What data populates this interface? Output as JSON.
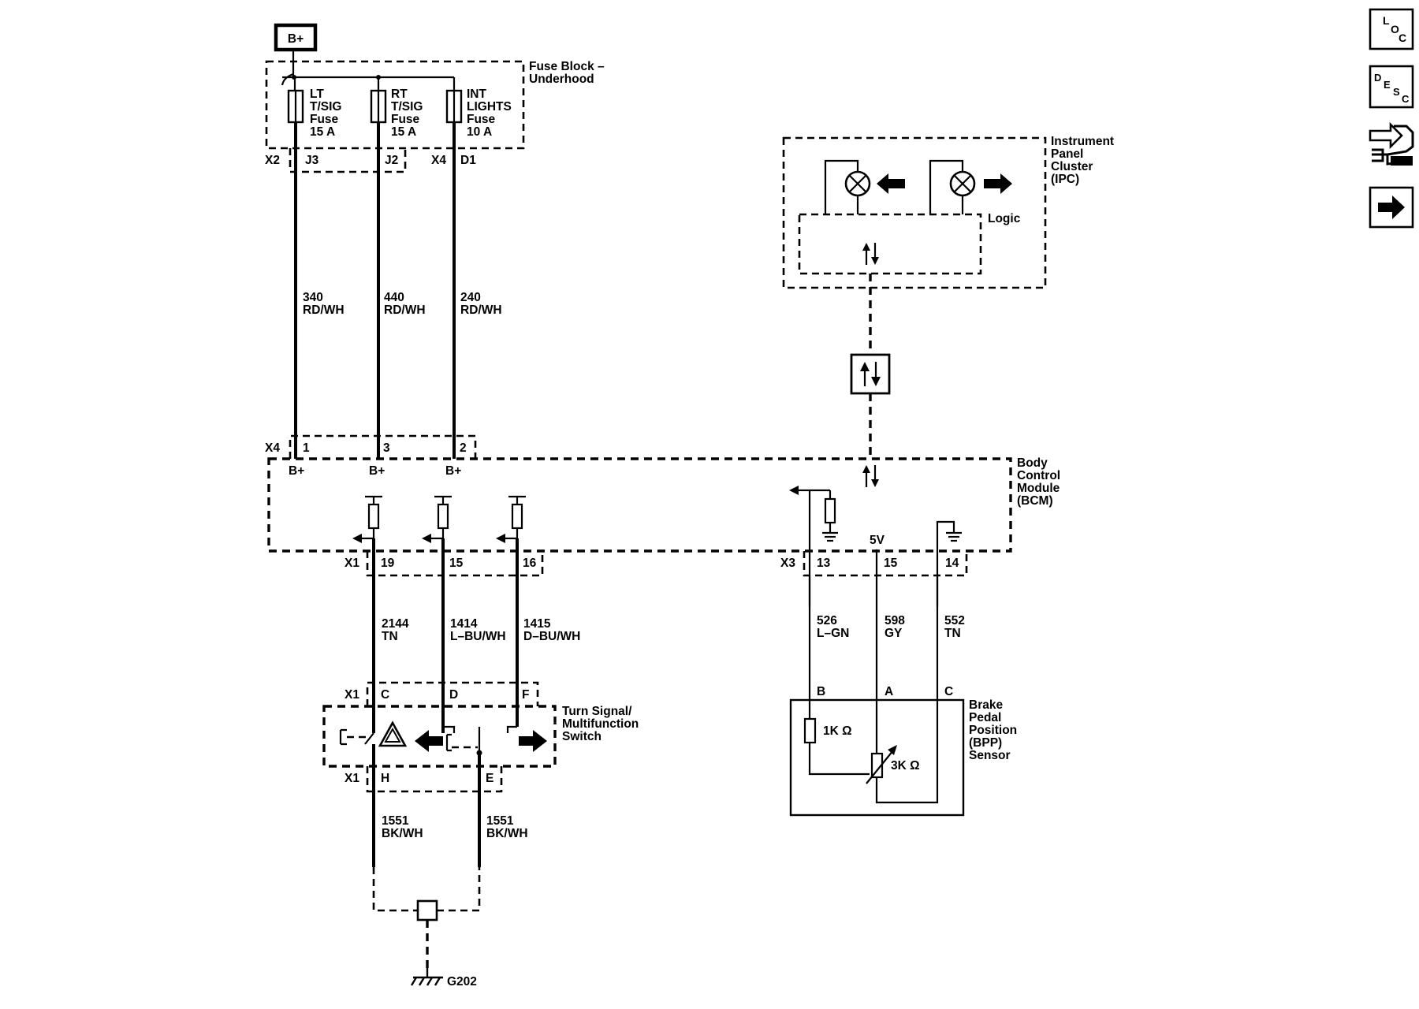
{
  "supply": {
    "label": "B+"
  },
  "fuse_block": {
    "title": [
      "Fuse Block –",
      "Underhood"
    ],
    "fuses": [
      {
        "lines": [
          "LT",
          "T/SIG",
          "Fuse",
          "15 A"
        ]
      },
      {
        "lines": [
          "RT",
          "T/SIG",
          "Fuse",
          "15 A"
        ]
      },
      {
        "lines": [
          "INT",
          "LIGHTS",
          "Fuse",
          "10 A"
        ]
      }
    ],
    "connectors": {
      "x2": "X2",
      "x4": "X4"
    },
    "pins": {
      "j3": "J3",
      "j2": "J2",
      "d1": "D1"
    }
  },
  "ipc": {
    "title": [
      "Instrument",
      "Panel",
      "Cluster",
      "(IPC)"
    ],
    "logic_label": "Logic"
  },
  "bcm": {
    "title": [
      "Body",
      "Control",
      "Module",
      "(BCM)"
    ],
    "x4": {
      "connector": "X4",
      "pins": [
        "1",
        "3",
        "2"
      ],
      "labels": [
        "B+",
        "B+",
        "B+"
      ]
    },
    "x1": {
      "connector": "X1",
      "pins": [
        "19",
        "15",
        "16"
      ]
    },
    "x3": {
      "connector": "X3",
      "pins": [
        "13",
        "15",
        "14"
      ]
    },
    "voltage_label": "5V"
  },
  "wires": {
    "fuse_to_bcm": [
      {
        "circuit": "340",
        "color": "RD/WH"
      },
      {
        "circuit": "440",
        "color": "RD/WH"
      },
      {
        "circuit": "240",
        "color": "RD/WH"
      }
    ],
    "bcm_to_switch": [
      {
        "circuit": "2144",
        "color": "TN"
      },
      {
        "circuit": "1414",
        "color": "L–BU/WH"
      },
      {
        "circuit": "1415",
        "color": "D–BU/WH"
      }
    ],
    "bcm_to_bpp": [
      {
        "circuit": "526",
        "color": "L–GN"
      },
      {
        "circuit": "598",
        "color": "GY"
      },
      {
        "circuit": "552",
        "color": "TN"
      }
    ],
    "switch_to_ground": [
      {
        "circuit": "1551",
        "color": "BK/WH"
      },
      {
        "circuit": "1551",
        "color": "BK/WH"
      }
    ]
  },
  "switch": {
    "title": [
      "Turn Signal/",
      "Multifunction",
      "Switch"
    ],
    "top": {
      "connector": "X1",
      "pins": [
        "C",
        "D",
        "F"
      ]
    },
    "bottom": {
      "connector": "X1",
      "pins": [
        "H",
        "E"
      ]
    }
  },
  "bpp": {
    "title": [
      "Brake",
      "Pedal",
      "Position",
      "(BPP)",
      "Sensor"
    ],
    "pins": [
      "B",
      "A",
      "C"
    ],
    "resistor_fixed": "1K Ω",
    "resistor_variable": "3K Ω"
  },
  "ground": {
    "label": "G202"
  },
  "nav": {
    "loc": [
      "L",
      "O",
      "C"
    ],
    "desc": [
      "D",
      "E",
      "S",
      "C"
    ],
    "schematic_icon": "connector-icon",
    "next_icon": "arrow-right-icon"
  }
}
